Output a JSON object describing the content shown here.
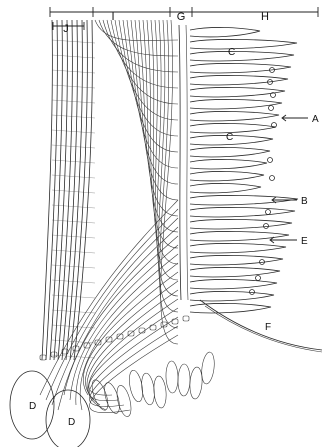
{
  "diagram": {
    "zones": [
      {
        "id": "J",
        "label": "J"
      },
      {
        "id": "I",
        "label": "I"
      },
      {
        "id": "G",
        "label": "G"
      },
      {
        "id": "H",
        "label": "H"
      }
    ],
    "markers": [
      {
        "id": "A",
        "label": "A",
        "arrow": true
      },
      {
        "id": "B",
        "label": "B",
        "arrow": true
      },
      {
        "id": "E",
        "label": "E",
        "arrow": true
      },
      {
        "id": "C1",
        "label": "C",
        "arrow": false
      },
      {
        "id": "C2",
        "label": "C",
        "arrow": false
      },
      {
        "id": "F",
        "label": "F",
        "arrow": false
      },
      {
        "id": "D1",
        "label": "D",
        "arrow": false
      },
      {
        "id": "D2",
        "label": "D",
        "arrow": false
      }
    ],
    "colors": {
      "ink": "#222222",
      "paper": "#ffffff"
    }
  }
}
